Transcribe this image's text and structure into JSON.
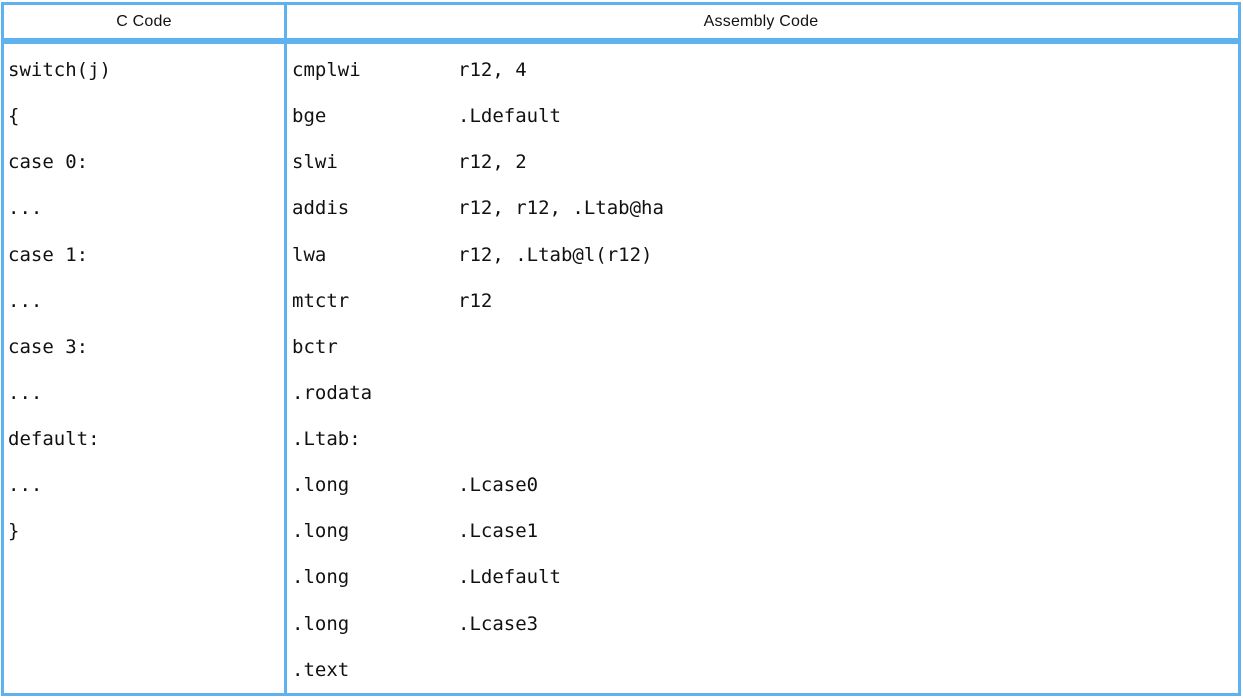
{
  "colors": {
    "border": "#5FB2F0",
    "text": "#111111",
    "background": "#FFFFFF"
  },
  "header": {
    "c_column_label": "C Code",
    "assembly_column_label": "Assembly Code"
  },
  "c_code": {
    "lines": [
      "switch(j)",
      "{",
      "case 0:",
      "...",
      "case 1:",
      "...",
      "case 3:",
      "...",
      "default:",
      "...",
      "}"
    ]
  },
  "assembly": {
    "lines": [
      {
        "opcode": "cmplwi",
        "operands": "r12, 4"
      },
      {
        "opcode": "bge",
        "operands": ".Ldefault"
      },
      {
        "opcode": "slwi",
        "operands": "r12, 2"
      },
      {
        "opcode": "addis",
        "operands": "r12, r12, .Ltab@ha"
      },
      {
        "opcode": "lwa",
        "operands": "r12, .Ltab@l(r12)"
      },
      {
        "opcode": "mtctr",
        "operands": "r12"
      },
      {
        "opcode": "bctr",
        "operands": ""
      },
      {
        "opcode": ".rodata",
        "operands": ""
      },
      {
        "opcode": ".Ltab:",
        "operands": ""
      },
      {
        "opcode": ".long",
        "operands": ".Lcase0"
      },
      {
        "opcode": ".long",
        "operands": ".Lcase1"
      },
      {
        "opcode": ".long",
        "operands": ".Ldefault"
      },
      {
        "opcode": ".long",
        "operands": ".Lcase3"
      },
      {
        "opcode": ".text",
        "operands": ""
      }
    ]
  }
}
